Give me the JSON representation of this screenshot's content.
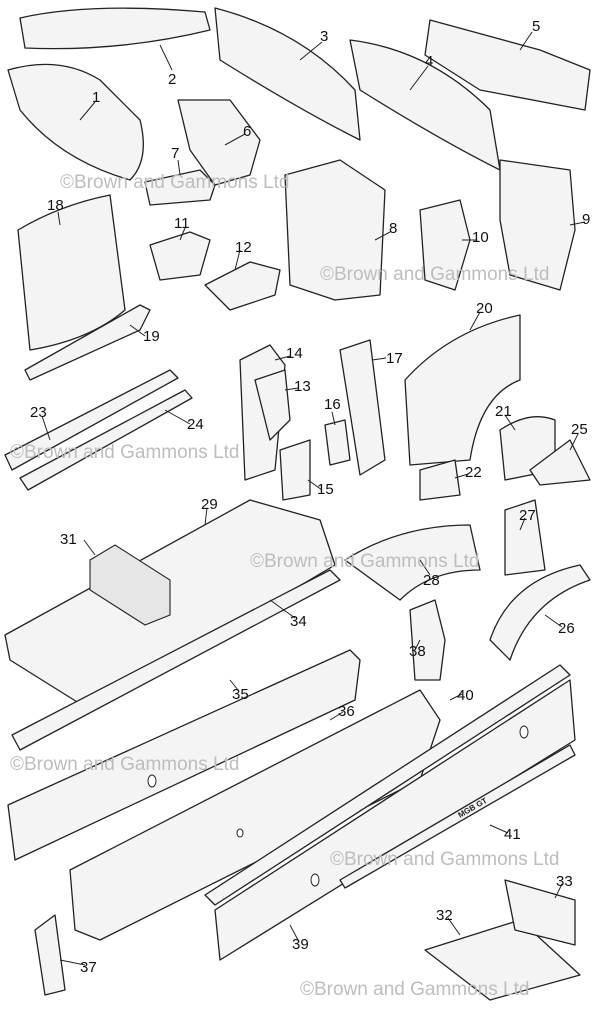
{
  "watermark": "©Brown and Gammons Ltd",
  "badge_text": "MGB GT",
  "labels": [
    "1",
    "2",
    "3",
    "4",
    "5",
    "6",
    "7",
    "8",
    "9",
    "10",
    "11",
    "12",
    "13",
    "14",
    "15",
    "16",
    "17",
    "18",
    "19",
    "20",
    "21",
    "22",
    "23",
    "24",
    "25",
    "26",
    "27",
    "28",
    "29",
    "31",
    "32",
    "33",
    "34",
    "35",
    "36",
    "37",
    "38",
    "39",
    "40",
    "41"
  ]
}
